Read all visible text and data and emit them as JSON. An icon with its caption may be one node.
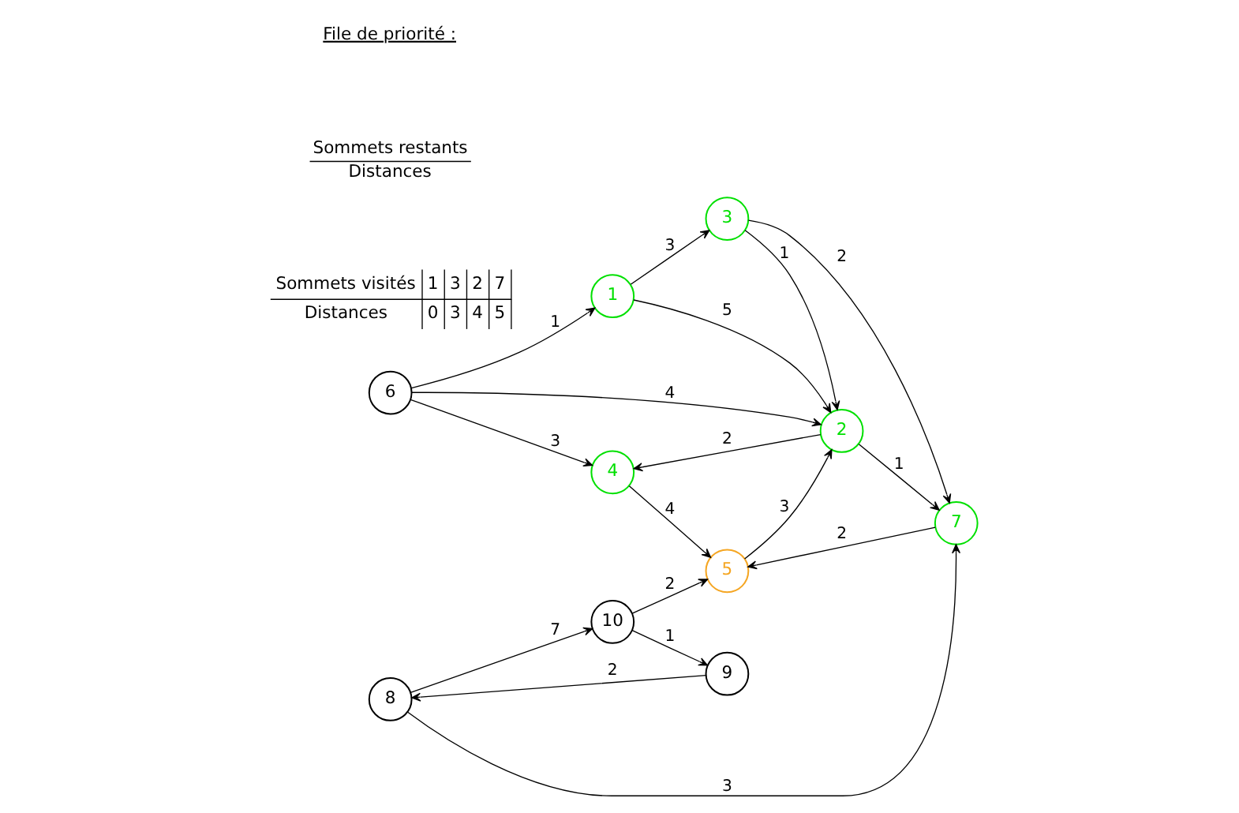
{
  "diagram": {
    "nodes": [
      {
        "text": [
          "6"
        ]
      },
      {
        "text": [
          "4"
        ]
      },
      {
        "text": [
          "1"
        ]
      },
      {
        "text": [
          "2"
        ]
      },
      {
        "text": [
          "3"
        ]
      },
      {
        "text": [
          "5"
        ]
      },
      {
        "text": [
          "10"
        ]
      },
      {
        "text": [
          "7"
        ]
      },
      {
        "text": [
          "8"
        ]
      },
      {
        "text": [
          "9"
        ]
      }
    ],
    "edges": [
      {
        "from": 0,
        "to": 1,
        "arrow": "to",
        "label": "3"
      },
      {
        "from": 0,
        "to": 2,
        "arrow": "to",
        "label": "1"
      },
      {
        "from": 0,
        "to": 3,
        "arrow": "to",
        "label": "4"
      },
      {
        "from": 3,
        "to": 1,
        "arrow": "to",
        "label": "2"
      },
      {
        "from": 2,
        "to": 3,
        "arrow": "to",
        "label": "5"
      },
      {
        "from": 2,
        "to": 4,
        "arrow": "to",
        "label": "3"
      },
      {
        "from": 4,
        "to": 3,
        "arrow": "to",
        "label": "1"
      },
      {
        "from": 5,
        "to": 3,
        "arrow": "to",
        "label": "3"
      },
      {
        "from": 1,
        "to": 5,
        "arrow": "to",
        "label": "4"
      },
      {
        "from": 3,
        "to": 7,
        "arrow": "to",
        "label": "1"
      },
      {
        "from": 4,
        "to": 7,
        "arrow": "to",
        "label": "2"
      },
      {
        "from": 7,
        "to": 5,
        "arrow": "to",
        "label": "2"
      },
      {
        "from": 6,
        "to": 5,
        "arrow": "to",
        "label": "2"
      },
      {
        "from": 8,
        "to": 6,
        "arrow": "to",
        "label": "7"
      },
      {
        "from": 6,
        "to": 9,
        "arrow": "to",
        "label": "1"
      },
      {
        "from": 8,
        "to": 7,
        "arrow": "to",
        "label": "3"
      },
      {
        "from": 9,
        "to": 8,
        "arrow": "to",
        "label": "2"
      }
    ],
    "labels": [
      "File de priorité :",
      "Sommets restants",
      "Distances",
      "Sommets visités",
      "1",
      "3",
      "2",
      "7",
      "Distances",
      "0",
      "3",
      "4",
      "5"
    ]
  }
}
